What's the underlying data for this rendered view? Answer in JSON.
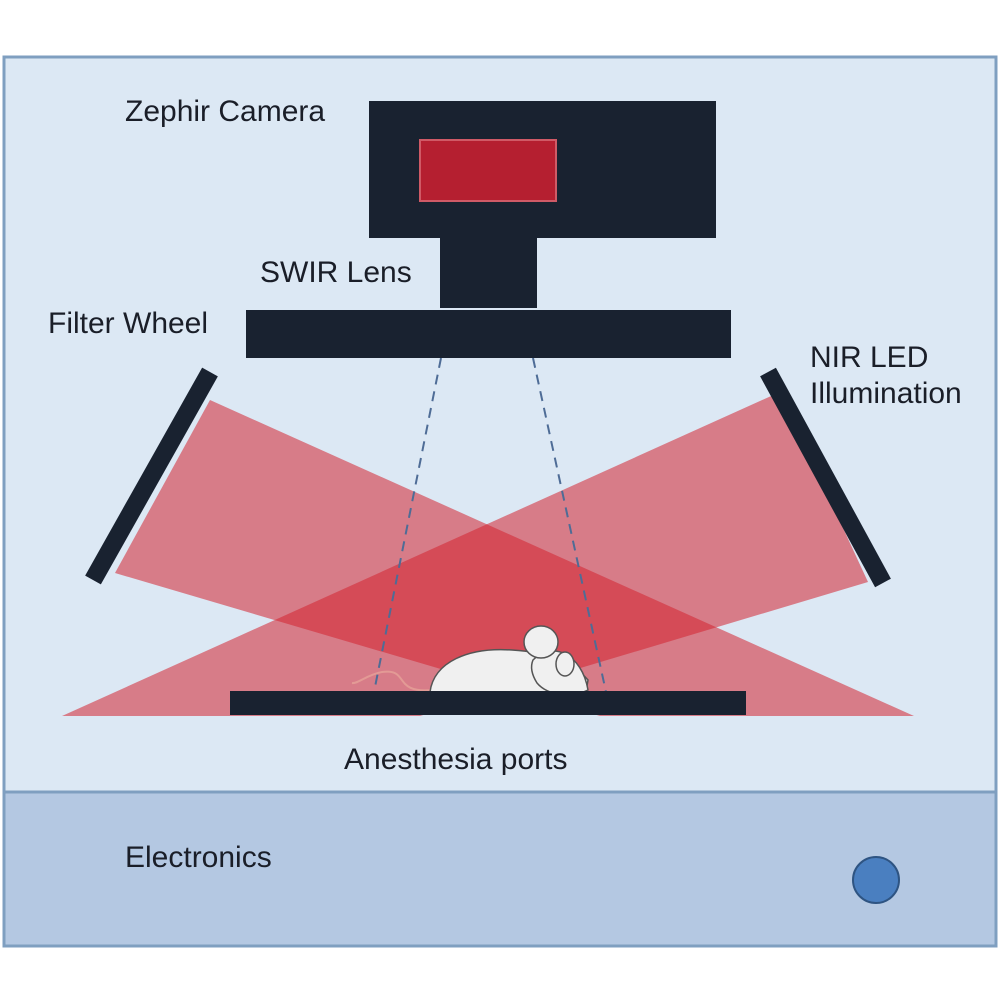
{
  "labels": {
    "camera": "Zephir Camera",
    "lens": "SWIR Lens",
    "filter_wheel": "Filter Wheel",
    "nir_led": "NIR LED Illumination",
    "anesthesia": "Anesthesia ports",
    "electronics": "Electronics"
  },
  "colors": {
    "chamber_bg": "#dce8f4",
    "chamber_border": "#7f9fc0",
    "electronics_bg": "#b4c8e2",
    "hardware": "#192230",
    "sensor": "#b51f30",
    "light_beam": "#d4222f",
    "indicator_button": "#4a7fc0",
    "mouse_fill": "#f0f0f0",
    "mouse_tail": "#e39a95"
  },
  "icons": {
    "mouse": "mouse-icon",
    "indicator": "indicator-button"
  }
}
